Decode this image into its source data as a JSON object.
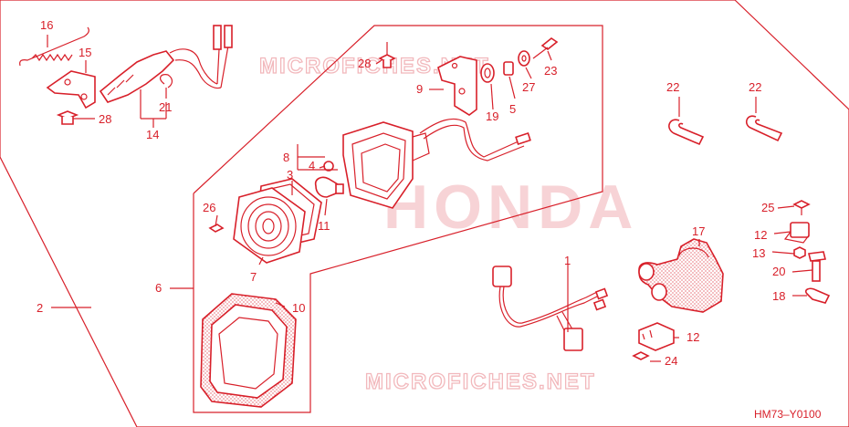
{
  "diagram": {
    "part_code": "HM73–Y0100",
    "watermarks": [
      "MICROFICHES.NET",
      "MICROFICHES.NET"
    ],
    "brand_watermark": "HONDA",
    "callouts": {
      "c1": "1",
      "c2": "2",
      "c3": "3",
      "c4": "4",
      "c5": "5",
      "c6": "6",
      "c7": "7",
      "c8": "8",
      "c9": "9",
      "c10": "10",
      "c11": "11",
      "c12a": "12",
      "c12b": "12",
      "c13": "13",
      "c14": "14",
      "c15": "15",
      "c16": "16",
      "c17": "17",
      "c18": "18",
      "c19": "19",
      "c20": "20",
      "c21": "21",
      "c22a": "22",
      "c22b": "22",
      "c23": "23",
      "c24": "24",
      "c25": "25",
      "c26": "26",
      "c27": "27",
      "c28a": "28",
      "c28b": "28"
    },
    "colors": {
      "line": "#d8202a",
      "watermark": "#f2b8bc",
      "brand": "#f7d3d6"
    }
  }
}
